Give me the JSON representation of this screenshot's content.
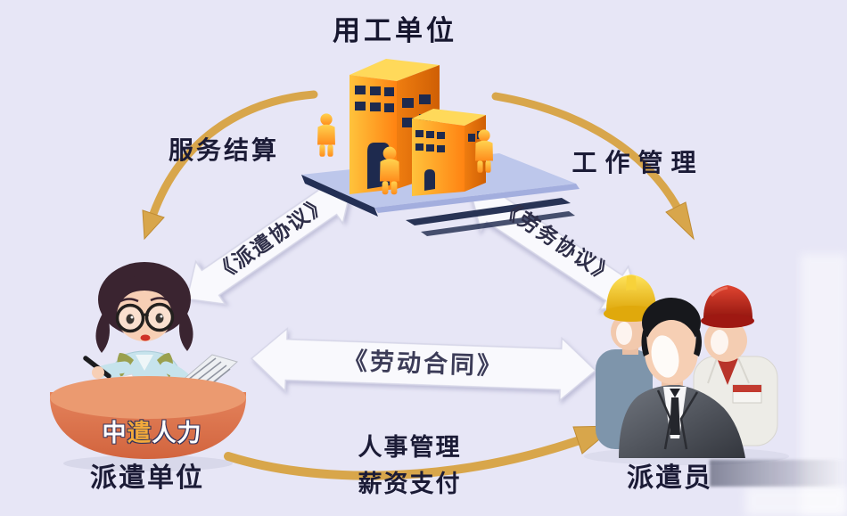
{
  "background": "#e7e6f6",
  "nodes": {
    "employer": {
      "label": "用工单位",
      "illustration": "office-buildings-with-people"
    },
    "dispatch_unit": {
      "label": "派遣单位",
      "desk": {
        "part1": "中",
        "part2": "遣",
        "part3": "人力"
      },
      "illustration": "receptionist-at-desk"
    },
    "employees": {
      "label": "派遣员",
      "illustration": "three-workers-avatars"
    }
  },
  "edges": {
    "service_settlement": {
      "label": "服务结算",
      "from": "用工单位",
      "to": "派遣单位",
      "style": "gold-curved-arrow"
    },
    "work_management": {
      "label": "工作管理",
      "from": "用工单位",
      "to": "派遣员",
      "style": "gold-curved-arrow"
    },
    "dispatch_agreement": {
      "label": "《派遣协议》",
      "between": [
        "派遣单位",
        "用工单位"
      ],
      "style": "white-double-arrow"
    },
    "labor_service_agreement": {
      "label": "《劳务协议》",
      "between": [
        "用工单位",
        "派遣员"
      ],
      "style": "white-double-arrow"
    },
    "labor_contract": {
      "label": "《劳动合同》",
      "between": [
        "派遣单位",
        "派遣员"
      ],
      "style": "white-double-arrow"
    },
    "personnel_payroll": {
      "line1": "人事管理",
      "line2": "薪资支付",
      "from": "派遣单位",
      "to": "派遣员",
      "style": "gold-curved-arrow"
    }
  },
  "colors": {
    "arrow_gold": "#d8a64b",
    "band_white": "#f9f9fd",
    "building_orange": "#ff9420",
    "platform_blue": "#bdc7eb",
    "desk_coral": "#dd7450",
    "brand_highlight": "#f2a93b",
    "helmet_yellow": "#f5c518",
    "helmet_red": "#c22a1c",
    "text_dark": "#1b1b36"
  }
}
